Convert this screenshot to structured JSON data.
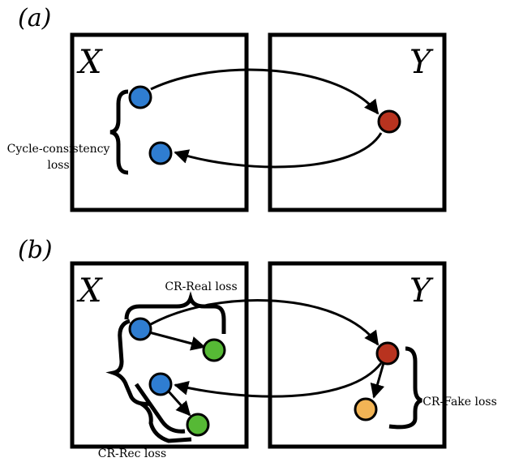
{
  "panel_a": {
    "tag": "(a)",
    "domain_x": "X",
    "domain_y": "Y",
    "brace_label_line1": "Cycle-consistency",
    "brace_label_line2": "loss"
  },
  "panel_b": {
    "tag": "(b)",
    "domain_x": "X",
    "domain_y": "Y",
    "real_loss": "CR-Real loss",
    "fake_loss": "CR-Fake loss",
    "rec_loss": "CR-Rec loss"
  },
  "colors": {
    "real": "#2f7dd1",
    "fake": "#b8331f",
    "augmented": "#56b935",
    "fake_augmented": "#f2b455"
  }
}
